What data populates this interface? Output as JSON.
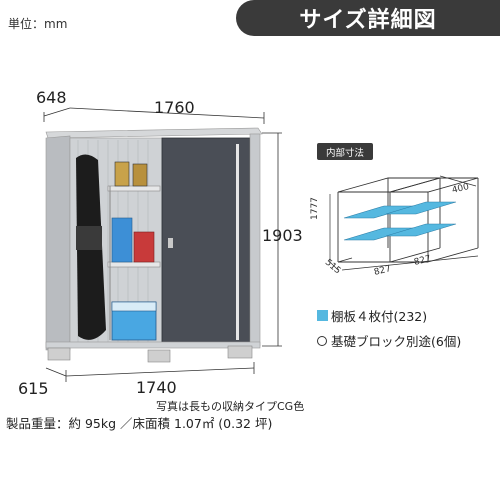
{
  "header": {
    "unit_label": "単位：mm",
    "title": "サイズ詳細図"
  },
  "dimensions": {
    "depth_top": "648",
    "width_top": "1760",
    "height": "1903",
    "depth_bottom": "615",
    "width_bottom": "1740"
  },
  "interior": {
    "badge": "内部寸法",
    "height": "1777",
    "depth_left": "515",
    "width_left": "827",
    "width_right": "827",
    "depth_top": "400"
  },
  "legend": {
    "shelf": "棚板４枚付(232)",
    "block": "基礎ブロック別途(6個)"
  },
  "notes": {
    "photo_note": "写真は長もの収納タイプCG色",
    "spec": "製品重量：約 95kg ／床面積 1.07㎡ (0.32 坪)"
  },
  "colors": {
    "door": "#4a4e56",
    "body": "#b9bcc0",
    "shelf_blue": "#55b8e0",
    "header": "#3a3a3a"
  }
}
